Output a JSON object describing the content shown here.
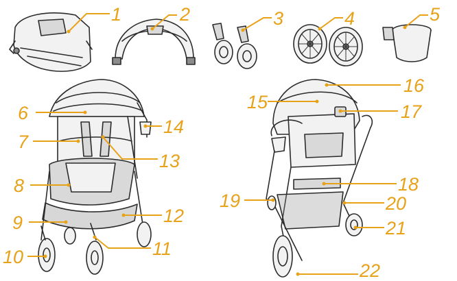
{
  "colors": {
    "accent": "#e8a21a",
    "ink": "#2b2b2b"
  },
  "callouts": {
    "c1": "1",
    "c2": "2",
    "c3": "3",
    "c4": "4",
    "c5": "5",
    "c6": "6",
    "c7": "7",
    "c8": "8",
    "c9": "9",
    "c10": "10",
    "c11": "11",
    "c12": "12",
    "c13": "13",
    "c14": "14",
    "c15": "15",
    "c16": "16",
    "c17": "17",
    "c18": "18",
    "c19": "19",
    "c20": "20",
    "c21": "21",
    "c22": "22"
  }
}
